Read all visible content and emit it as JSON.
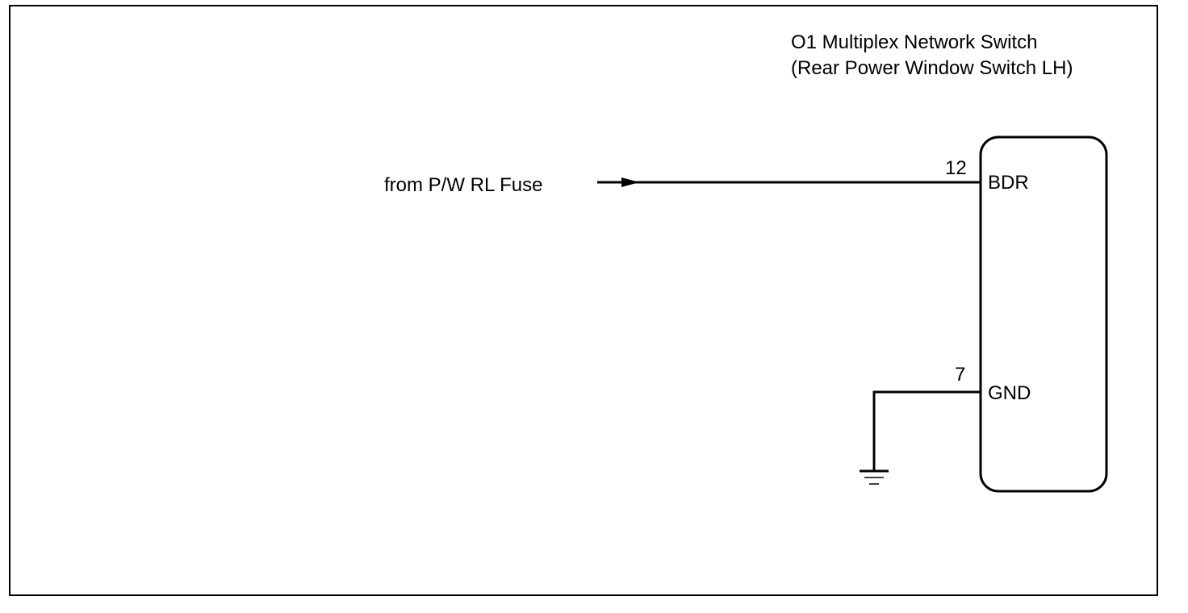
{
  "component": {
    "title_line1": "O1 Multiplex Network Switch",
    "title_line2": "(Rear Power Window Switch LH)"
  },
  "source": {
    "label": "from P/W RL Fuse"
  },
  "pins": [
    {
      "number": "12",
      "name": "BDR"
    },
    {
      "number": "7",
      "name": "GND"
    }
  ],
  "colors": {
    "line": "#000000",
    "background": "#ffffff"
  }
}
